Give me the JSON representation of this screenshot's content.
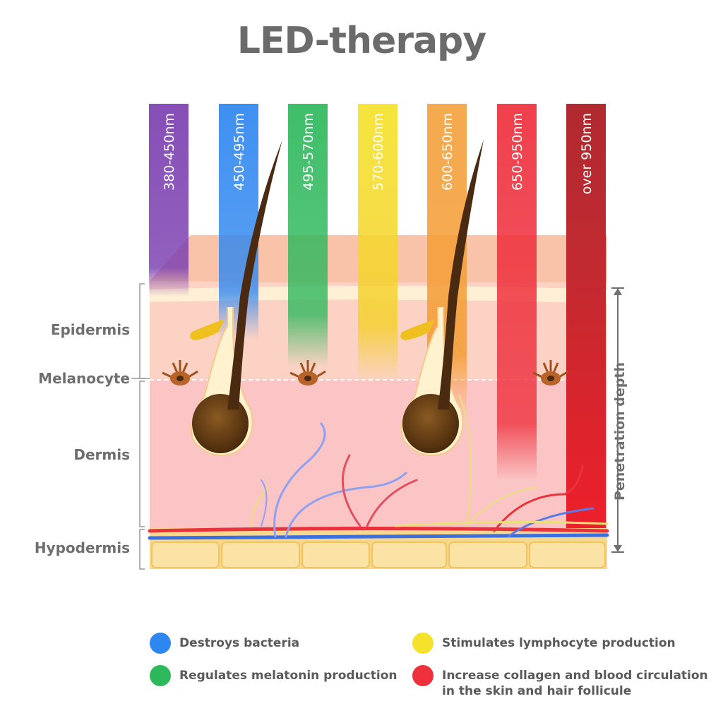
{
  "title": "LED-therapy",
  "colors": {
    "violet": "#7b3fb0",
    "blue": "#2e86f0",
    "green": "#2eb85c",
    "yellow": "#f5e22c",
    "orange": "#f5a340",
    "red": "#ee2f3c",
    "dark_red": "#b02a2f"
  },
  "bands": [
    {
      "label": "380-450nm",
      "color": "#7b3fb0"
    },
    {
      "label": "450-495nm",
      "color": "#2e86f0"
    },
    {
      "label": "495-570nm",
      "color": "#2eb85c"
    },
    {
      "label": "570-600nm",
      "color": "#f5e22c"
    },
    {
      "label": "600-650nm",
      "color": "#f5a340"
    },
    {
      "label": "650-950nm",
      "color": "#ee2f3c"
    },
    {
      "label": "over  950nm",
      "color": "#b02a2f"
    }
  ],
  "layers": {
    "epidermis": "Epidermis",
    "melanocyte": "Melanocyte",
    "dermis": "Dermis",
    "hypodermis": "Hypodermis"
  },
  "penetration_label": "Penetration depth",
  "legend": [
    {
      "text": "Destroys bacteria",
      "color": "#2e86f0"
    },
    {
      "text": "Stimulates lymphocyte production",
      "color": "#f5e22c"
    },
    {
      "text": "Regulates melatonin production",
      "color": "#2eb85c"
    },
    {
      "text": "Increase collagen and blood circulation in the skin and hair follicule",
      "color": "#ee2f3c"
    }
  ]
}
